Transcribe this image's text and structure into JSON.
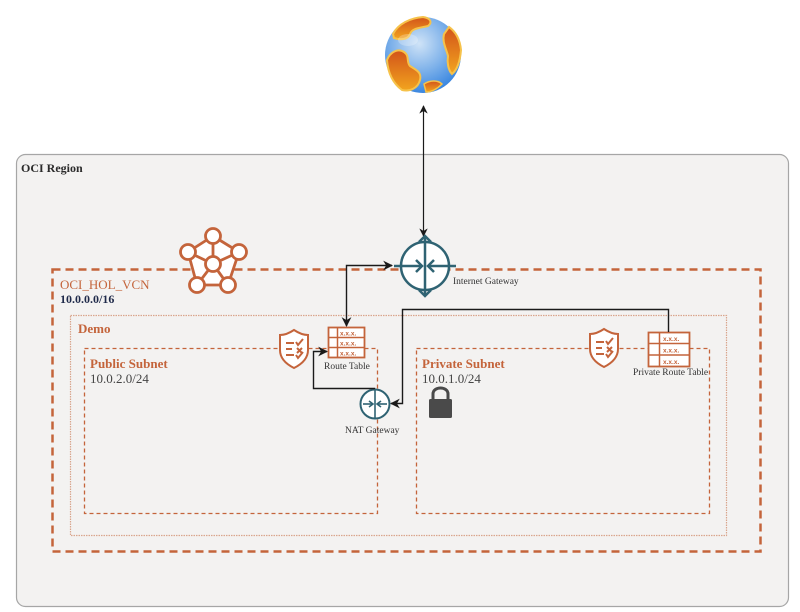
{
  "diagram": {
    "region": {
      "label": "OCI Region"
    },
    "vcn": {
      "name": "OCI_HOL_VCN",
      "cidr": "10.0.0.0/16"
    },
    "compartment": {
      "label": "Demo"
    },
    "public_subnet": {
      "label": "Public Subnet",
      "cidr": "10.0.2.0/24"
    },
    "private_subnet": {
      "label": "Private Subnet",
      "cidr": "10.0.1.0/24"
    },
    "internet_gateway": {
      "label": "Internet Gateway"
    },
    "nat_gateway": {
      "label": "NAT Gateway"
    },
    "route_table": {
      "label": "Route Table",
      "rows": [
        "x.x.x.",
        "x.x.x.",
        "x.x.x."
      ]
    },
    "private_route_table": {
      "label": "Private Route Table",
      "rows": [
        "x.x.x.",
        "x.x.x.",
        "x.x.x."
      ]
    },
    "icons": {
      "internet": "globe-icon",
      "vcn": "vcn-network-icon",
      "security_list": "security-list-shield-icon",
      "lock": "lock-icon"
    },
    "colors": {
      "oci_orange": "#c4643b",
      "gateway_teal": "#2f6373",
      "region_border": "#a6a6a6",
      "region_fill": "#f3f2f1",
      "cidr_navy": "#1f2a4a",
      "text_gray": "#444444",
      "connector": "#1a1a1a"
    }
  }
}
